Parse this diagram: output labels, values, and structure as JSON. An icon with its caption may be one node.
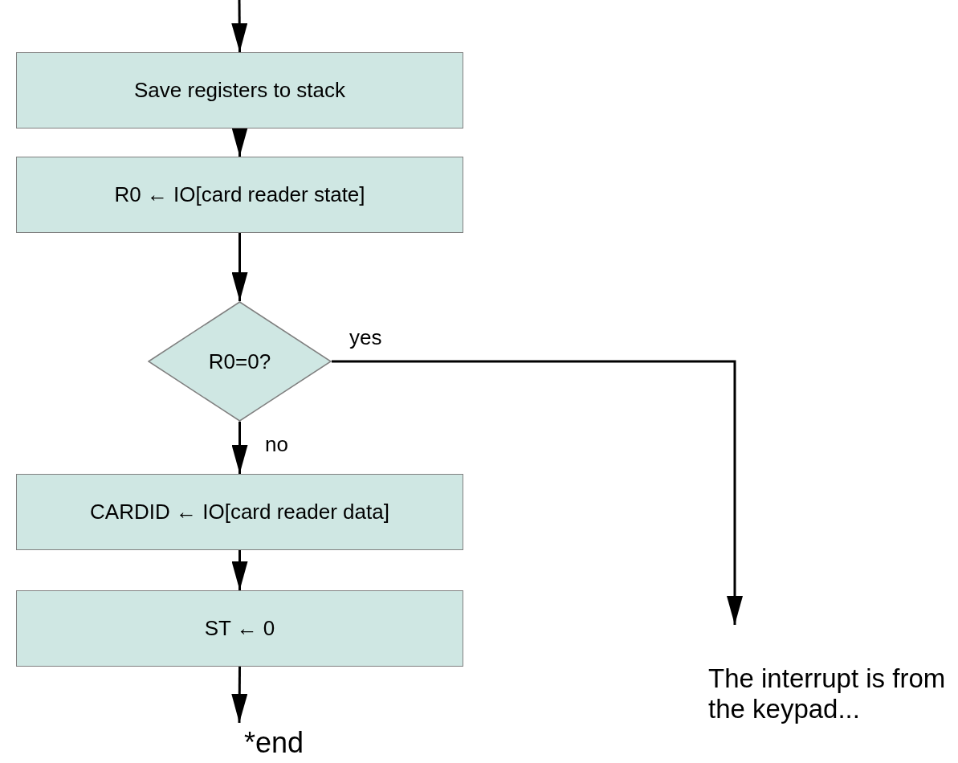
{
  "diagram": {
    "nodes": [
      {
        "text": [
          "Save registers to stack"
        ]
      },
      {
        "text": [
          "R0 ← IO[card reader state]"
        ]
      },
      {
        "text": [
          "R0=0?"
        ]
      },
      {
        "text": [
          "CARDID ← IO[card reader data]"
        ]
      },
      {
        "text": [
          "ST ← 0"
        ]
      },
      {
        "text": [
          "*end"
        ]
      },
      {
        "text": [
          "The interrupt is from the keypad..."
        ]
      }
    ],
    "edges": [
      {
        "from": null,
        "to": 0,
        "arrow": "to"
      },
      {
        "from": 0,
        "to": 1,
        "arrow": "to"
      },
      {
        "from": 1,
        "to": 2,
        "arrow": "to"
      },
      {
        "from": 2,
        "to": 3,
        "arrow": "to",
        "label": "no"
      },
      {
        "from": 3,
        "to": 4,
        "arrow": "to"
      },
      {
        "from": 4,
        "to": 5,
        "arrow": "to"
      },
      {
        "from": 2,
        "to": 6,
        "arrow": "to",
        "label": "yes"
      }
    ]
  }
}
